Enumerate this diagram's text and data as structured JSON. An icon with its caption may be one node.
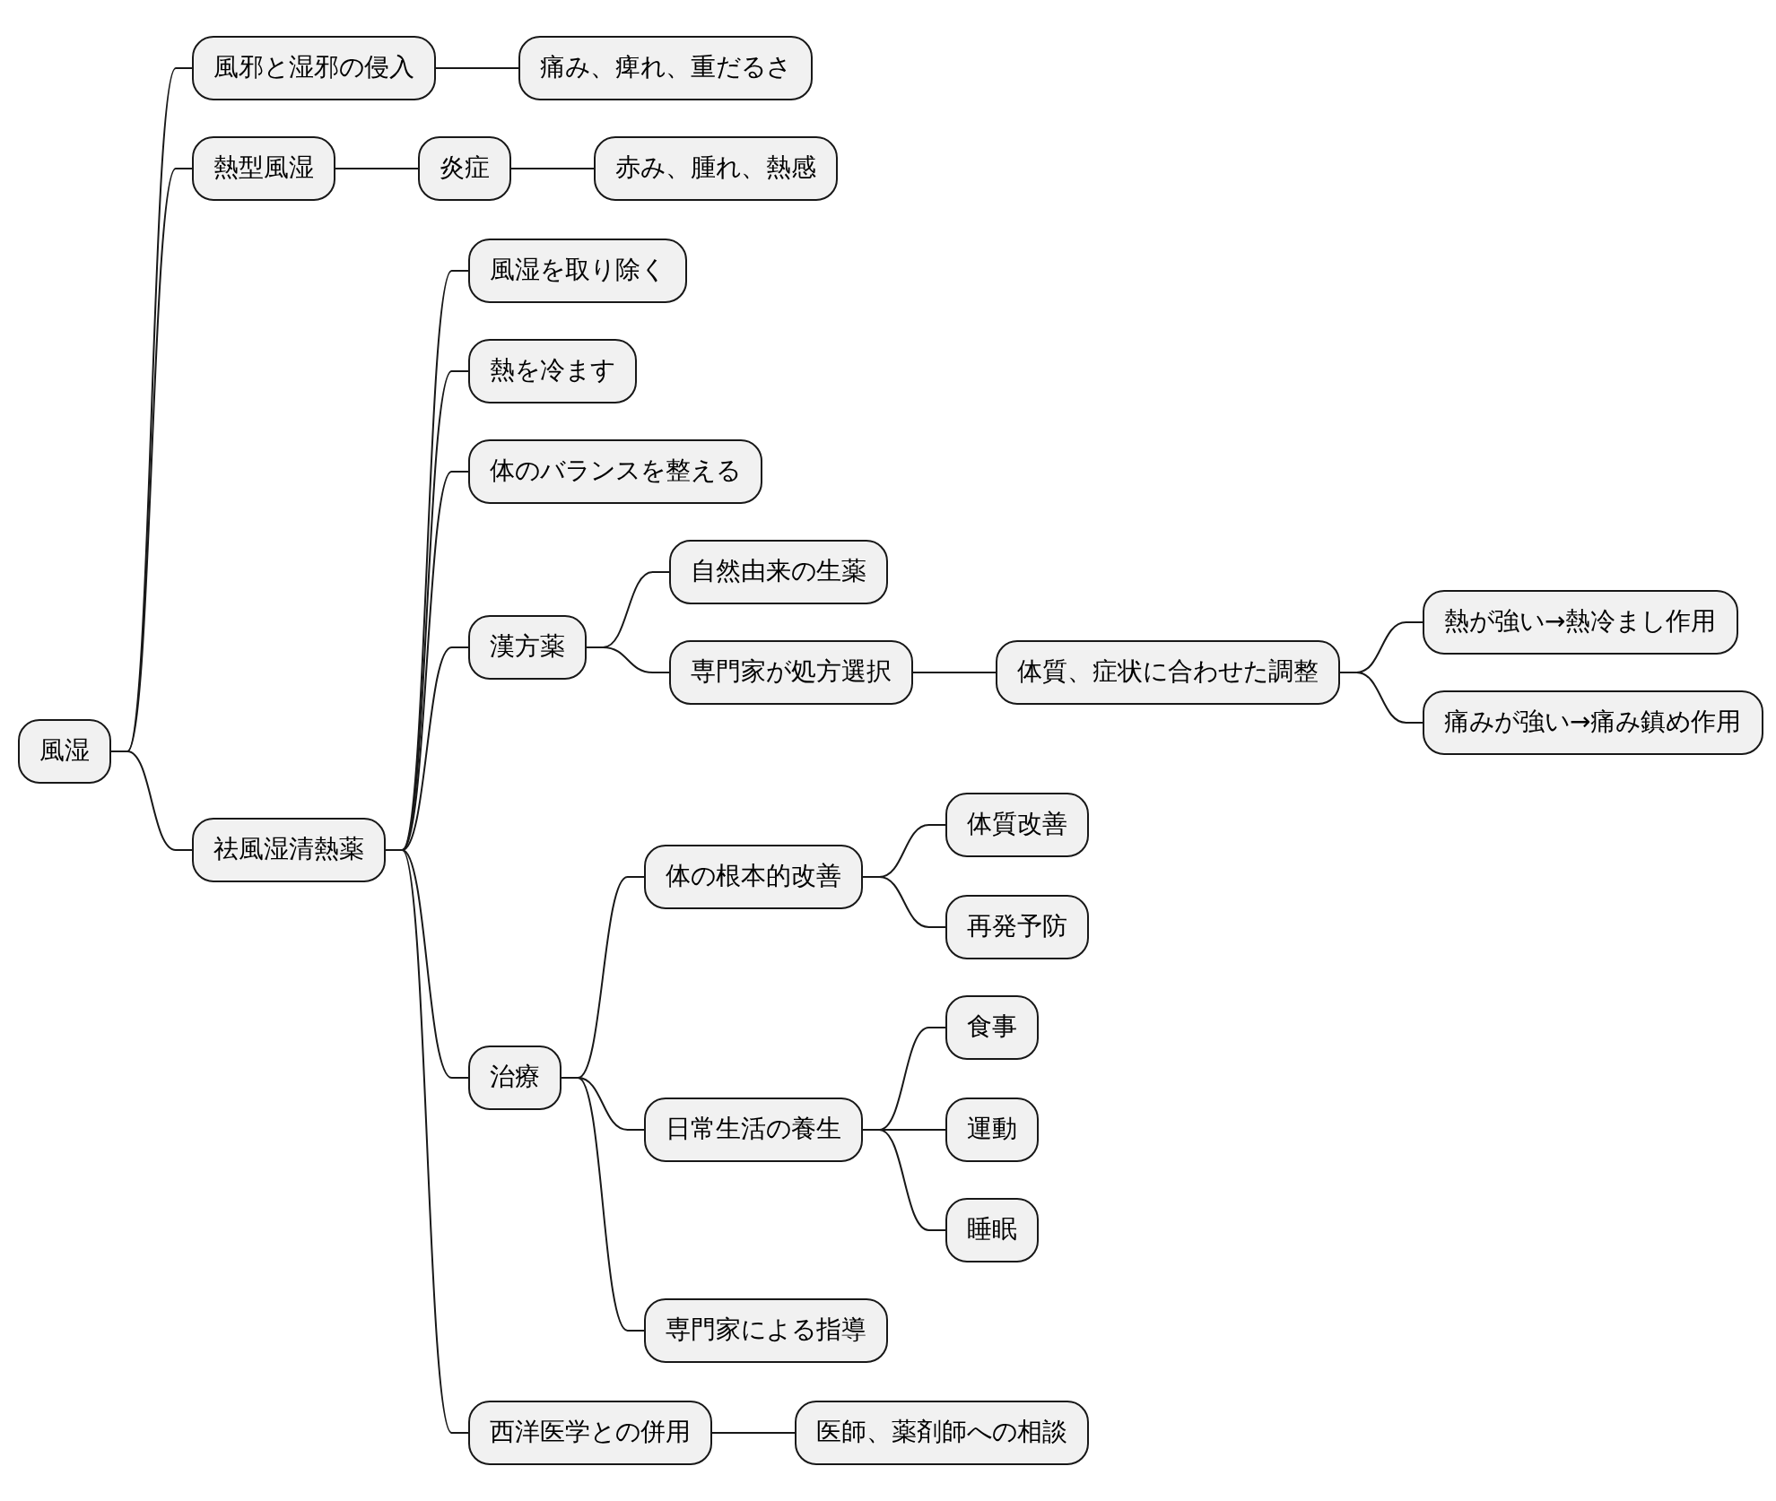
{
  "diagram": {
    "nodes": [
      {
        "text": [
          "風湿"
        ]
      },
      {
        "text": [
          "風邪と湿邪の侵入"
        ]
      },
      {
        "text": [
          "痛み、痺れ、重だるさ"
        ]
      },
      {
        "text": [
          "熱型風湿"
        ]
      },
      {
        "text": [
          "炎症"
        ]
      },
      {
        "text": [
          "赤み、腫れ、熱感"
        ]
      },
      {
        "text": [
          "祛風湿清熱薬"
        ]
      },
      {
        "text": [
          "風湿を取り除く"
        ]
      },
      {
        "text": [
          "熱を冷ます"
        ]
      },
      {
        "text": [
          "体のバランスを整える"
        ]
      },
      {
        "text": [
          "漢方薬"
        ]
      },
      {
        "text": [
          "自然由来の生薬"
        ]
      },
      {
        "text": [
          "専門家が処方選択"
        ]
      },
      {
        "text": [
          "体質、症状に合わせた調整"
        ]
      },
      {
        "text": [
          "熱が強い→熱冷まし作用"
        ]
      },
      {
        "text": [
          "痛みが強い→痛み鎮め作用"
        ]
      },
      {
        "text": [
          "治療"
        ]
      },
      {
        "text": [
          "体の根本的改善"
        ]
      },
      {
        "text": [
          "体質改善"
        ]
      },
      {
        "text": [
          "再発予防"
        ]
      },
      {
        "text": [
          "日常生活の養生"
        ]
      },
      {
        "text": [
          "食事"
        ]
      },
      {
        "text": [
          "運動"
        ]
      },
      {
        "text": [
          "睡眠"
        ]
      },
      {
        "text": [
          "専門家による指導"
        ]
      },
      {
        "text": [
          "西洋医学との併用"
        ]
      },
      {
        "text": [
          "医師、薬剤師への相談"
        ]
      }
    ],
    "edges": [
      {
        "from": 0,
        "to": 1,
        "arrow": "none"
      },
      {
        "from": 1,
        "to": 2,
        "arrow": "none"
      },
      {
        "from": 0,
        "to": 3,
        "arrow": "none"
      },
      {
        "from": 3,
        "to": 4,
        "arrow": "none"
      },
      {
        "from": 4,
        "to": 5,
        "arrow": "none"
      },
      {
        "from": 0,
        "to": 6,
        "arrow": "none"
      },
      {
        "from": 6,
        "to": 7,
        "arrow": "none"
      },
      {
        "from": 6,
        "to": 8,
        "arrow": "none"
      },
      {
        "from": 6,
        "to": 9,
        "arrow": "none"
      },
      {
        "from": 6,
        "to": 10,
        "arrow": "none"
      },
      {
        "from": 10,
        "to": 11,
        "arrow": "none"
      },
      {
        "from": 10,
        "to": 12,
        "arrow": "none"
      },
      {
        "from": 12,
        "to": 13,
        "arrow": "none"
      },
      {
        "from": 13,
        "to": 14,
        "arrow": "none"
      },
      {
        "from": 13,
        "to": 15,
        "arrow": "none"
      },
      {
        "from": 6,
        "to": 16,
        "arrow": "none"
      },
      {
        "from": 16,
        "to": 17,
        "arrow": "none"
      },
      {
        "from": 17,
        "to": 18,
        "arrow": "none"
      },
      {
        "from": 17,
        "to": 19,
        "arrow": "none"
      },
      {
        "from": 16,
        "to": 20,
        "arrow": "none"
      },
      {
        "from": 20,
        "to": 21,
        "arrow": "none"
      },
      {
        "from": 20,
        "to": 22,
        "arrow": "none"
      },
      {
        "from": 20,
        "to": 23,
        "arrow": "none"
      },
      {
        "from": 16,
        "to": 24,
        "arrow": "none"
      },
      {
        "from": 6,
        "to": 25,
        "arrow": "none"
      },
      {
        "from": 25,
        "to": 26,
        "arrow": "none"
      }
    ]
  }
}
